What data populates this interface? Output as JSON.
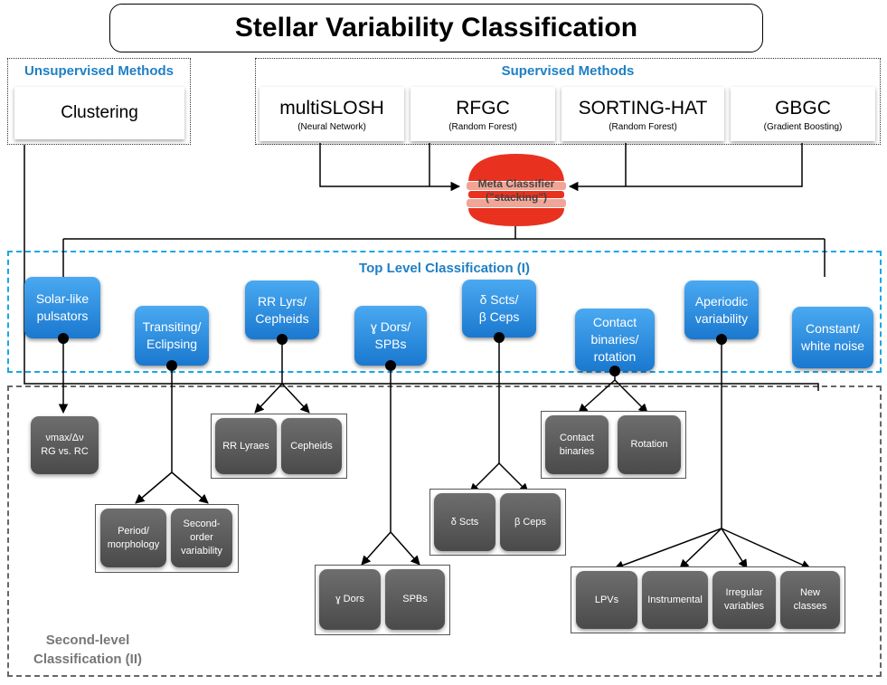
{
  "title": "Stellar Variability Classification",
  "unsupervised": {
    "label": "Unsupervised Methods",
    "method": "Clustering"
  },
  "supervised": {
    "label": "Supervised Methods",
    "methods": [
      {
        "name": "multiSLOSH",
        "sub": "(Neural Network)"
      },
      {
        "name": "RFGC",
        "sub": "(Random Forest)"
      },
      {
        "name": "SORTING-HAT",
        "sub": "(Random Forest)"
      },
      {
        "name": "GBGC",
        "sub": "(Gradient Boosting)"
      }
    ]
  },
  "meta": {
    "line1": "Meta Classifier",
    "line2": "(\"stacking\")"
  },
  "top_level": {
    "label": "Top Level Classification (I)",
    "classes": [
      "Solar-like\npulsators",
      "Transiting/\nEclipsing",
      "RR Lyrs/\nCepheids",
      "ɣ Dors/\nSPBs",
      "δ Scts/\nβ Ceps",
      "Contact\nbinaries/\nrotation",
      "Aperiodic\nvariability",
      "Constant/\nwhite noise"
    ]
  },
  "second_level": {
    "label_line1": "Second-level",
    "label_line2": "Classification (II)",
    "solar": "νmax/Δν\nRG vs. RC",
    "transiting": [
      "Period/\nmorphology",
      "Second-\norder\nvariability"
    ],
    "rrlyr": [
      "RR Lyraes",
      "Cepheids"
    ],
    "gdor": [
      "ɣ Dors",
      "SPBs"
    ],
    "dsct": [
      "δ Scts",
      "β Ceps"
    ],
    "contact": [
      "Contact\nbinaries",
      "Rotation"
    ],
    "aperiodic": [
      "LPVs",
      "Instrumental",
      "Irregular\nvariables",
      "New\nclasses"
    ]
  },
  "colors": {
    "accent_blue": "#1f7fc4",
    "top_box": "#2a8ee0",
    "second_box": "#5a5a5a",
    "meta_red": "#e8321f",
    "cyan_dash": "#1aa7e6"
  }
}
